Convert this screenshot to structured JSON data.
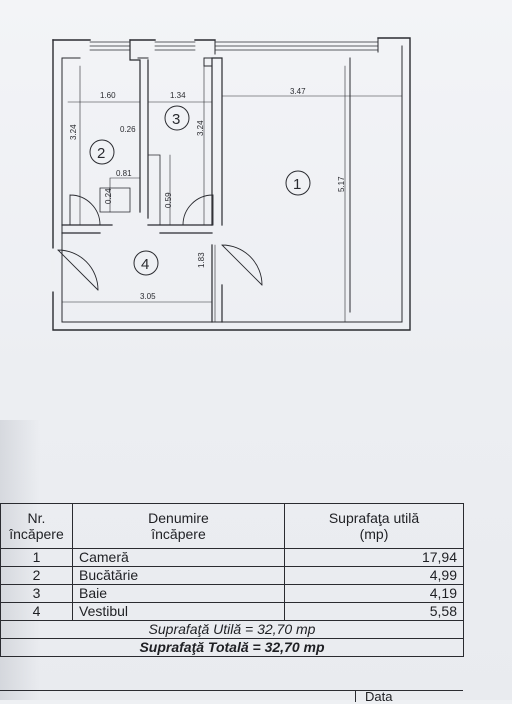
{
  "plan": {
    "rooms": [
      {
        "number": "1"
      },
      {
        "number": "2"
      },
      {
        "number": "3"
      },
      {
        "number": "4"
      }
    ],
    "dimensions": {
      "w_1_60": "1.60",
      "w_1_34": "1.34",
      "w_3_47": "3.47",
      "h_3_24_left": "3.24",
      "h_3_24_right": "3.24",
      "d_0_26": "0.26",
      "d_0_81": "0.81",
      "d_0_24": "0.24",
      "d_0_59": "0.59",
      "h_5_17": "5.17",
      "h_1_83": "1.83",
      "w_3_05": "3.05"
    }
  },
  "table": {
    "headers": {
      "nr_line1": "Nr.",
      "nr_line2": "încăpere",
      "name_line1": "Denumire",
      "name_line2": "încăpere",
      "area_line1": "Suprafaţa utilă",
      "area_line2": "(mp)"
    },
    "rows": [
      {
        "nr": "1",
        "name": "Cameră",
        "area": "17,94"
      },
      {
        "nr": "2",
        "name": "Bucătărie",
        "area": "4,99"
      },
      {
        "nr": "3",
        "name": "Baie",
        "area": "4,19"
      },
      {
        "nr": "4",
        "name": "Vestibul",
        "area": "5,58"
      }
    ],
    "summary_util": "Suprafaţă Utilă = 32,70 mp",
    "summary_total": "Suprafaţă Totală = 32,70 mp",
    "footer_partial": "Data"
  }
}
